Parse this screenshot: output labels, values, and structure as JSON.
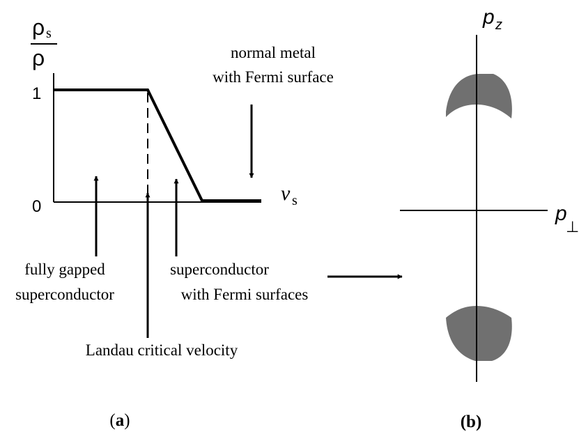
{
  "panel_a": {
    "y_label_numerator": "ρ",
    "y_label_numerator_sub": "s",
    "y_label_denominator": "ρ",
    "tick_1": "1",
    "tick_0": "0",
    "x_label": "v",
    "x_label_sub": "s",
    "annot_normal_metal_line1": "normal metal",
    "annot_normal_metal_line2": "with Fermi surface",
    "annot_fully_gapped_line1": "fully gapped",
    "annot_fully_gapped_line2": "superconductor",
    "annot_sc_fermi_line1": "superconductor",
    "annot_sc_fermi_line2": "with Fermi surfaces",
    "annot_landau": "Landau critical velocity",
    "caption": "(a)"
  },
  "panel_b": {
    "axis_vertical_label": "p",
    "axis_vertical_sub": "z",
    "axis_horizontal_label": "p",
    "axis_horizontal_sub": "⊥",
    "caption": "(b)"
  },
  "colors": {
    "ink": "#000000",
    "fermi_pocket": "#707070",
    "background": "#ffffff"
  }
}
